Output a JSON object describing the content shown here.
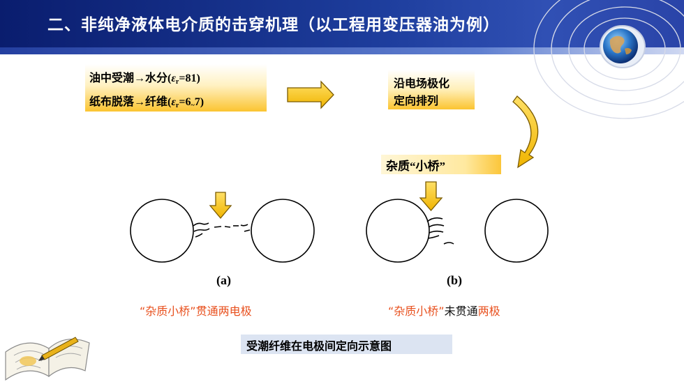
{
  "header": {
    "title": "二、非纯净液体电介质的击穿机理（以工程用变压器油为例）"
  },
  "boxes": {
    "box1_line1": {
      "pre": "油中受潮→水分(",
      "eps": "ε",
      "sub": "r",
      "post": "=81)"
    },
    "box1_line2": {
      "pre": "纸布脱落→纤维(",
      "eps": "ε",
      "sub": "r",
      "post": "=6"
    },
    "box1_line2_tilde": "~",
    "box1_line2_end": "7)",
    "box2_line1": "沿电场极化",
    "box2_line2": "定向排列",
    "box3": "杂质“小桥”"
  },
  "diagram": {
    "label_a": "(a)",
    "label_b": "(b)"
  },
  "captions": {
    "a": "“杂质小桥”贯通两电极",
    "b_red1": "“杂质小桥”",
    "b_black": "未贯通",
    "b_red2": "两极"
  },
  "footnote": "受潮纤维在电极间定向示意图",
  "icons": [
    "arrow-right-icon",
    "curved-arrow-icon",
    "arrow-down-icon",
    "globe-icon",
    "book-icon"
  ],
  "colors": {
    "header": "#1d3d9c",
    "arrow_fill": "#f7c21c",
    "caption_red": "#e8501e",
    "footnote_bg": "#dce4f2"
  }
}
